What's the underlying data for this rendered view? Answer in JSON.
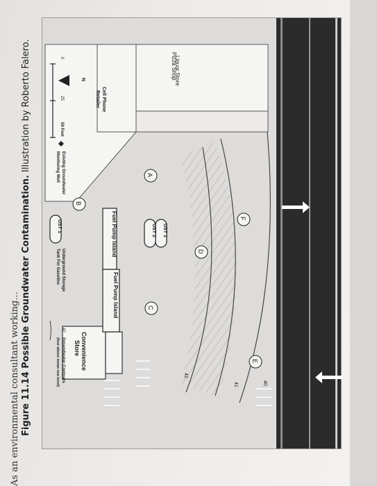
{
  "figure": {
    "caption_label": "Figure 11.14 Possible Groundwater Contamination.",
    "caption_credit": " Illustration by Roberto Falero.",
    "body_text": "As an environmental consultant working..."
  },
  "buildings": {
    "liquor_store": "Liquor Store",
    "pizza_shop": "Pizza Shop",
    "cell_phone_line1": "Cell Phone",
    "cell_phone_line2": "Retailer",
    "convenience_line1": "Convenience",
    "convenience_line2": "Store"
  },
  "pumps": {
    "island_1": "Fuel Pump Island",
    "island_2": "Fuel Pump Island"
  },
  "tanks": {
    "ust1": "UST 1",
    "ust2": "UST 2"
  },
  "wells": {
    "A": "A",
    "B": "B",
    "C": "C",
    "D": "D",
    "E": "E",
    "F": "F"
  },
  "contours": {
    "c40": "40",
    "c41": "41",
    "c42": "42"
  },
  "legend": {
    "north": "N",
    "scale_0": "0",
    "scale_25": "25",
    "scale_50": "50 Feet",
    "well_line1": "Existing Groundwater",
    "well_line2": "Monitoring Well",
    "ust_sample": "UST 1",
    "ust_line1": "Underground Storage",
    "ust_line2": "Tank For Gasoline",
    "contour_sample": "42",
    "contour_line1": "Groundwater Contours",
    "contour_line2": "(feet above mean sea level)"
  },
  "colors": {
    "road": "#2b2b2b",
    "frame": "#dedcda",
    "box": "#f5f5f3"
  },
  "icons": {
    "traffic_up": "arrow-up-icon",
    "traffic_down": "arrow-down-icon",
    "north_arrow": "north-arrow-icon",
    "well_symbol": "diamond-icon"
  }
}
